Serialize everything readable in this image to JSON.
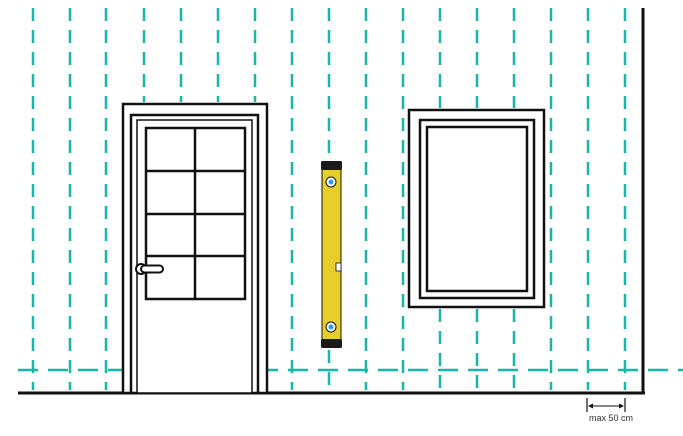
{
  "colors": {
    "guide_lines": "#1ab5a6",
    "outline": "#111111",
    "spirit_level_body": "#e6cf2a",
    "spirit_level_caps": "#1a1a1a",
    "bubble_vial": "#2a9de0"
  },
  "dimension": {
    "label": "max 50 cm"
  },
  "objects": {
    "door": "door",
    "window": "window",
    "tool": "spirit-level"
  }
}
